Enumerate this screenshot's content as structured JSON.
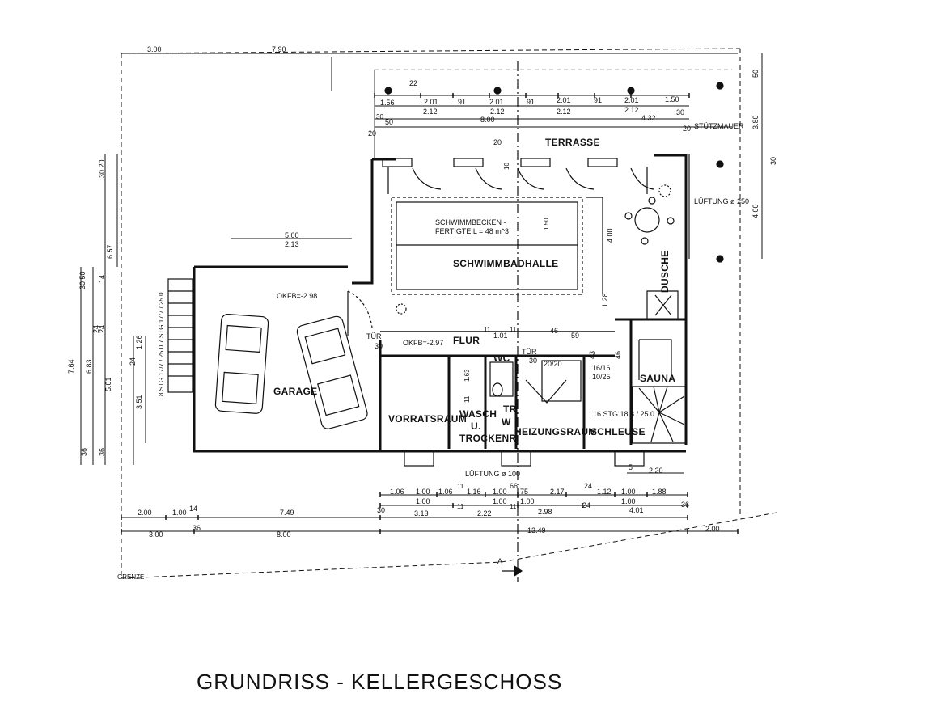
{
  "title": "GRUNDRISS - KELLERGESCHOSS",
  "rooms": {
    "terrasse": "TERRASSE",
    "schwimmbadhalle": "SCHWIMMBADHALLE",
    "schwimmbecken_1": "SCHWIMMBECKEN -",
    "schwimmbecken_2": "FERTIGTEIL = 48 m^3",
    "garage": "GARAGE",
    "flur": "FLUR",
    "wc": "WC",
    "vorratsraum": "VORRATSRAUM",
    "wasch_1": "WASCH",
    "wasch_2": "U.",
    "wasch_3": "TROCKENR",
    "tr": "TR",
    "w": "W",
    "heizungsraum": "HEIZUNGSRAUM",
    "schleuse": "SCHLEUSE",
    "sauna": "SAUNA",
    "dusche": "DUSCHE"
  },
  "notes": {
    "stuetzmauer": "STÜTZMAUER",
    "lueftung_250": "LÜFTUNG ø 250",
    "lueftung_100": "LÜFTUNG ø 100",
    "okfb_garage": "OKFB=-2.98",
    "okfb_flur": "OKFB=-2.97",
    "tuer_1": "TÜR",
    "tuer_2": "TÜR",
    "stairs_left": "8 STG 17/7 / 25.0 7 STG 17/7 / 25.0",
    "stairs_right": "16 STG 18.8 / 25.0",
    "heating_1": "20/20",
    "heating_2": "16/16",
    "heating_3": "10/25",
    "grenze": "GRENZE",
    "section": "A",
    "marker_22": "22",
    "marker_20": "20",
    "marker_10": "10"
  },
  "dims_top": {
    "a1": "1.56",
    "a2": "2.01",
    "a3": "91",
    "a4": "2.01",
    "a5": "91",
    "a6": "2.01",
    "a7": "91",
    "a8": "2.01",
    "a9": "1.50",
    "b1": "2.12",
    "b2": "2.12",
    "b3": "2.12",
    "b4": "2.12",
    "b5": "30",
    "c1": "30",
    "c2": "50",
    "c3": "8.00",
    "c4": "4.32",
    "c5": "20",
    "d1": "20",
    "top_left": "3.00",
    "top_mid": "7.90"
  },
  "dims_right": {
    "r1": "50",
    "r2": "3.80",
    "r3": "30",
    "r4": "4.00"
  },
  "dims_left": {
    "l1": "30 20",
    "l2": "6.57",
    "l3": "30 50",
    "l4": "14",
    "l5": "24",
    "l6": "1.26",
    "l7": "7.64",
    "l8": "6.83",
    "l9": "5.01",
    "l10": "3.51",
    "l11": "36",
    "l12": "36",
    "l13": "24",
    "l14": "24"
  },
  "dims_inner": {
    "garage_w1": "5.00",
    "garage_w2": "2.13",
    "pool_w": "1.50",
    "hall_h": "4.00",
    "hall_h2": "1.28",
    "flur_a": "11",
    "flur_b": "1.01",
    "flur_c": "11",
    "flur_d": "46",
    "flur_e": "59",
    "wc_h": "1.63",
    "wc_s": "11",
    "heat_a": "43",
    "heat_b": "46",
    "tuer_w1": "30",
    "tuer_w2": "30"
  },
  "dims_bottom": {
    "r1": [
      "1.06",
      "1.00",
      "1.06",
      "11",
      "1.16",
      "1.00",
      "66",
      "75",
      "2.17",
      "24",
      "1.12",
      "1.00",
      "1.88"
    ],
    "r1b": [
      "1.00",
      "1.00",
      "1.00",
      "1.00"
    ],
    "r2": [
      "30",
      "3.13",
      "11",
      "2.22",
      "11",
      "2.98",
      "24",
      "4.01",
      "36"
    ],
    "r3": [
      "2.00",
      "1.00",
      "14",
      "7.49",
      "36"
    ],
    "r4": [
      "3.00",
      "8.00",
      "13.49",
      "2.00"
    ],
    "ext_5": "5",
    "ext_220": "2.20"
  },
  "colors": {
    "ink": "#111111",
    "paper": "#ffffff",
    "faint": "#9a9a9a"
  }
}
